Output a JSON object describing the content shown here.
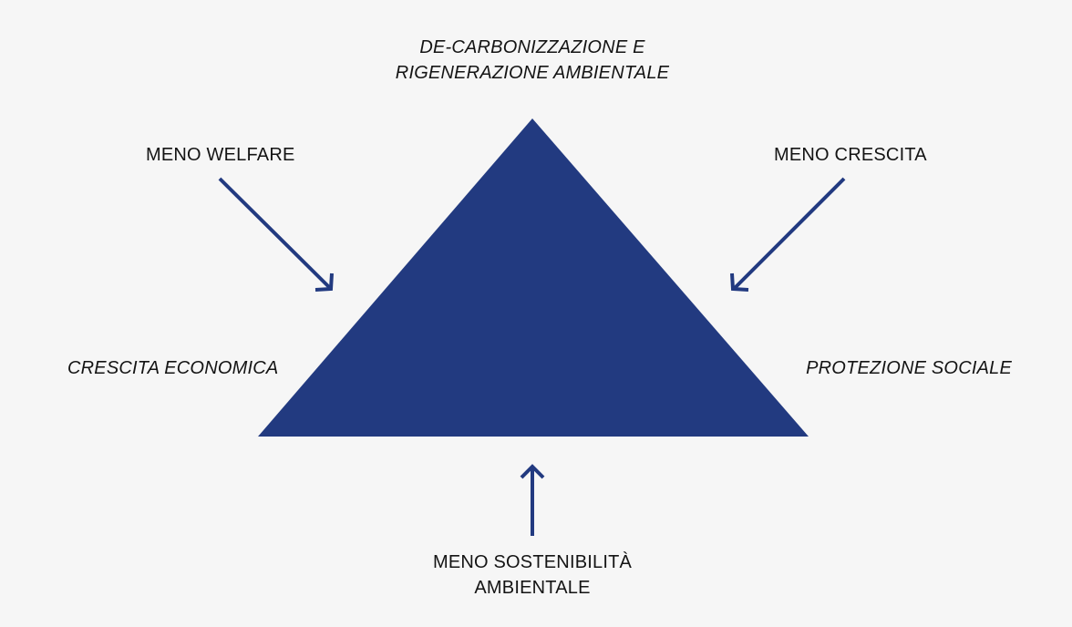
{
  "diagram": {
    "colors": {
      "triangle": "#223a80",
      "arrows": "#223a80",
      "background": "#f6f6f6",
      "text": "#141414"
    },
    "vertices": {
      "top": {
        "lines": [
          "DE-CARBONIZZAZIONE E",
          "RIGENERAZIONE AMBIENTALE"
        ]
      },
      "left": {
        "label": "CRESCITA ECONOMICA"
      },
      "right": {
        "label": "PROTEZIONE SOCIALE"
      }
    },
    "pressures": {
      "left_side": {
        "label": "MENO WELFARE",
        "icon": "arrow-down-right-icon"
      },
      "right_side": {
        "label": "MENO CRESCITA",
        "icon": "arrow-down-left-icon"
      },
      "bottom_side": {
        "lines": [
          "MENO SOSTENIBILITÀ",
          "AMBIENTALE"
        ],
        "icon": "arrow-up-icon"
      }
    }
  }
}
